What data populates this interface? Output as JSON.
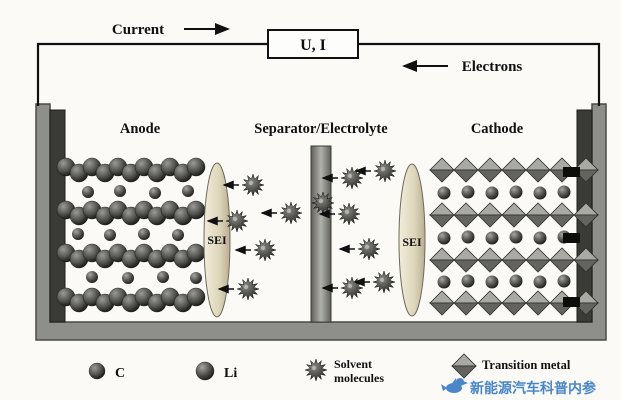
{
  "circuit": {
    "current_label": "Current",
    "meter_label": "U, I",
    "electrons_label": "Electrons"
  },
  "sections": {
    "anode": "Anode",
    "separator": "Separator/Electrolyte",
    "cathode": "Cathode",
    "sei_anode": "SEI",
    "sei_cathode": "SEI"
  },
  "legend": {
    "carbon": "C",
    "lithium": "Li",
    "solvent_line1": "Solvent",
    "solvent_line2": "molecules",
    "transition_metal": "Transition metal"
  },
  "watermark": "新能源汽车科普内参",
  "colors": {
    "accent_blue": "#4a86c8",
    "container_gray": "#8e8e8a",
    "separator_gray": "#8a8a86",
    "sei_cream": "#e9e2cd"
  }
}
